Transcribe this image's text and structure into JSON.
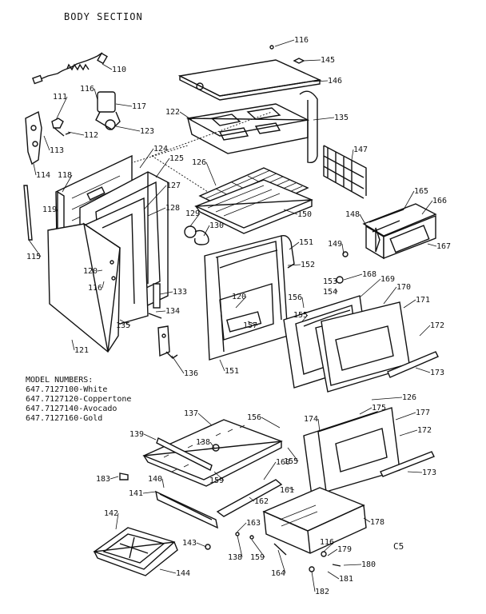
{
  "title": "BODY SECTION",
  "models": {
    "heading": "MODEL NUMBERS:",
    "items": [
      "647.7127100-White",
      "647.7127120-Coppertone",
      "647.7127140-Avocado",
      "647.7127160-Gold"
    ]
  },
  "page_code": "C5",
  "callouts": [
    {
      "id": "c116a",
      "text": "116"
    },
    {
      "id": "c145",
      "text": "145"
    },
    {
      "id": "c146",
      "text": "146"
    },
    {
      "id": "c110",
      "text": "110"
    },
    {
      "id": "c116b",
      "text": "116"
    },
    {
      "id": "c117",
      "text": "117"
    },
    {
      "id": "c122",
      "text": "122"
    },
    {
      "id": "c135a",
      "text": "135"
    },
    {
      "id": "c111",
      "text": "111"
    },
    {
      "id": "c112",
      "text": "112"
    },
    {
      "id": "c123",
      "text": "123"
    },
    {
      "id": "c113",
      "text": "113"
    },
    {
      "id": "c147",
      "text": "147"
    },
    {
      "id": "c124",
      "text": "124"
    },
    {
      "id": "c125",
      "text": "125"
    },
    {
      "id": "c126a",
      "text": "126"
    },
    {
      "id": "c114",
      "text": "114"
    },
    {
      "id": "c118",
      "text": "118"
    },
    {
      "id": "c127",
      "text": "127"
    },
    {
      "id": "c165",
      "text": "165"
    },
    {
      "id": "c166",
      "text": "166"
    },
    {
      "id": "c119",
      "text": "119"
    },
    {
      "id": "c128",
      "text": "128"
    },
    {
      "id": "c129",
      "text": "129"
    },
    {
      "id": "c150",
      "text": "150"
    },
    {
      "id": "c148",
      "text": "148"
    },
    {
      "id": "c130",
      "text": "130"
    },
    {
      "id": "c115",
      "text": "115"
    },
    {
      "id": "c151a",
      "text": "151"
    },
    {
      "id": "c149",
      "text": "149"
    },
    {
      "id": "c167",
      "text": "167"
    },
    {
      "id": "c152",
      "text": "152"
    },
    {
      "id": "c120a",
      "text": "120"
    },
    {
      "id": "c116c",
      "text": "116"
    },
    {
      "id": "c153",
      "text": "153"
    },
    {
      "id": "c168",
      "text": "168"
    },
    {
      "id": "c133",
      "text": "133"
    },
    {
      "id": "c169",
      "text": "169"
    },
    {
      "id": "c170",
      "text": "170"
    },
    {
      "id": "c154",
      "text": "154"
    },
    {
      "id": "c156a",
      "text": "156"
    },
    {
      "id": "c120b",
      "text": "120"
    },
    {
      "id": "c171",
      "text": "171"
    },
    {
      "id": "c134",
      "text": "134"
    },
    {
      "id": "c155a",
      "text": "155"
    },
    {
      "id": "c157",
      "text": "157"
    },
    {
      "id": "c135b",
      "text": "135"
    },
    {
      "id": "c172a",
      "text": "172"
    },
    {
      "id": "c121",
      "text": "121"
    },
    {
      "id": "c136",
      "text": "136"
    },
    {
      "id": "c151b",
      "text": "151"
    },
    {
      "id": "c173a",
      "text": "173"
    },
    {
      "id": "c126b",
      "text": "126"
    },
    {
      "id": "c137",
      "text": "137"
    },
    {
      "id": "c156b",
      "text": "156"
    },
    {
      "id": "c175",
      "text": "175"
    },
    {
      "id": "c177",
      "text": "177"
    },
    {
      "id": "c174",
      "text": "174"
    },
    {
      "id": "c139",
      "text": "139"
    },
    {
      "id": "c172b",
      "text": "172"
    },
    {
      "id": "c138a",
      "text": "138"
    },
    {
      "id": "c155b",
      "text": "155"
    },
    {
      "id": "c160",
      "text": "160"
    },
    {
      "id": "c173b",
      "text": "173"
    },
    {
      "id": "c183",
      "text": "183"
    },
    {
      "id": "c140",
      "text": "140"
    },
    {
      "id": "c159a",
      "text": "159"
    },
    {
      "id": "c141",
      "text": "141"
    },
    {
      "id": "c161",
      "text": "161"
    },
    {
      "id": "c162",
      "text": "162"
    },
    {
      "id": "c142",
      "text": "142"
    },
    {
      "id": "c178",
      "text": "178"
    },
    {
      "id": "c163",
      "text": "163"
    },
    {
      "id": "c143",
      "text": "143"
    },
    {
      "id": "c116d",
      "text": "116"
    },
    {
      "id": "c179",
      "text": "179"
    },
    {
      "id": "c138b",
      "text": "138"
    },
    {
      "id": "c159b",
      "text": "159"
    },
    {
      "id": "c180",
      "text": "180"
    },
    {
      "id": "c164",
      "text": "164"
    },
    {
      "id": "c144",
      "text": "144"
    },
    {
      "id": "c181",
      "text": "181"
    },
    {
      "id": "c182",
      "text": "182"
    }
  ]
}
